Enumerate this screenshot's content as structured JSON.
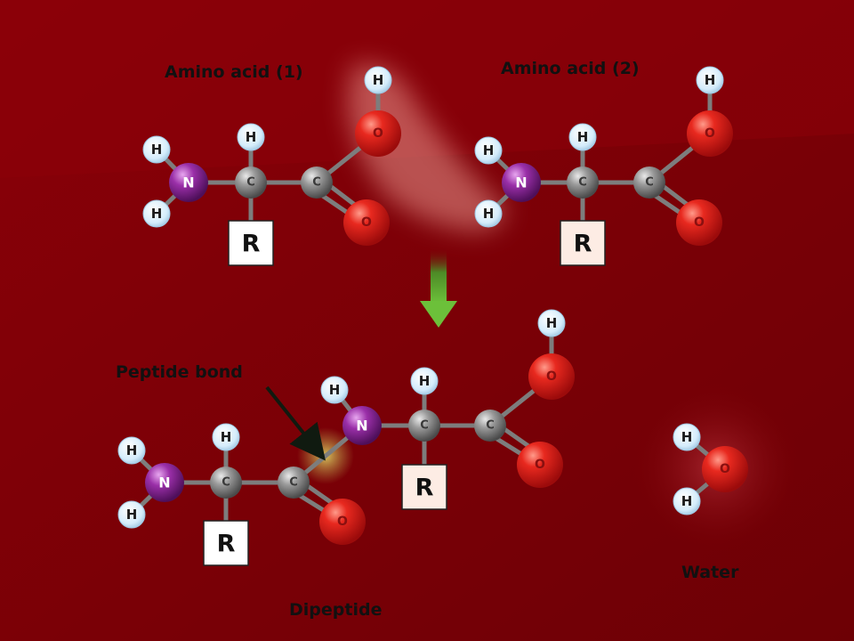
{
  "labels": {
    "amino_acid_1": "Amino acid (1)",
    "amino_acid_2": "Amino acid (2)",
    "peptide_bond": "Peptide bond",
    "dipeptide": "Dipeptide",
    "water": "Water"
  },
  "atoms": {
    "hydrogen": "H",
    "nitrogen": "N",
    "carbon": "C",
    "oxygen": "O",
    "r_group": "R"
  },
  "colors": {
    "background": "#7a0006",
    "hydrogen": "#cfe8f7",
    "nitrogen": "#8e2a9a",
    "carbon": "#8c8c8c",
    "oxygen": "#d61a1a",
    "bond": "#7d7d7d",
    "arrow": "#5da330",
    "r_box": "#ffffff"
  }
}
